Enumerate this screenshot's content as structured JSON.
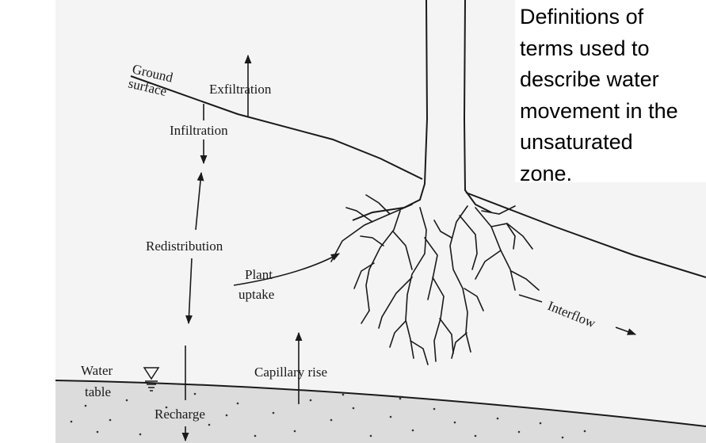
{
  "caption": [
    "Definitions of",
    "terms used to",
    "describe water",
    "movement in the",
    "unsaturated",
    "zone."
  ],
  "labels": {
    "ground": "Ground",
    "surface": "surface",
    "exfiltration": "Exfiltration",
    "infiltration": "Infiltration",
    "redistribution": "Redistribution",
    "plant": "Plant",
    "uptake": "uptake",
    "interflow": "Interflow",
    "water": "Water",
    "table": "table",
    "capillary_rise": "Capillary rise",
    "recharge": "Recharge"
  },
  "colors": {
    "ink": "#1a1a1a",
    "scan_background": "#f4f4f4",
    "groundwater_fill": "#dcdcdc"
  }
}
